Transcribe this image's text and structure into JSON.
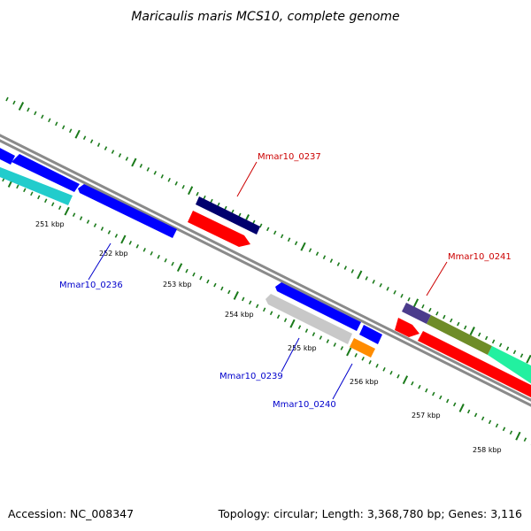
{
  "title": "Maricaulis maris MCS10, complete genome",
  "footer": {
    "accession": "Accession: NC_008347",
    "stats": "Topology: circular; Length: 3,368,780 bp; Genes: 3,116"
  },
  "scale_labels": [
    "251 kbp",
    "252 kbp",
    "253 kbp",
    "254 kbp",
    "255 kbp",
    "256 kbp",
    "257 kbp",
    "258 kbp"
  ],
  "gene_labels": [
    {
      "text": "Mmar10_0237",
      "strand": "forward",
      "color": "#cc0000"
    },
    {
      "text": "Mmar10_0241",
      "strand": "forward",
      "color": "#cc0000"
    },
    {
      "text": "Mmar10_0236",
      "strand": "reverse",
      "color": "#0000cc"
    },
    {
      "text": "Mmar10_0239",
      "strand": "reverse",
      "color": "#0000cc"
    },
    {
      "text": "Mmar10_0240",
      "strand": "reverse",
      "color": "#0000cc"
    }
  ],
  "colors": {
    "backbone": "#888888",
    "tick": "#1a7a1a",
    "cds_forward": "#ff0000",
    "cds_reverse": "#0000ff",
    "cyan": "#22cccc",
    "navy": "#00006e",
    "gray": "#c8c8c8",
    "orange": "#ff8c00",
    "slate": "#4b3c8c",
    "olive": "#6e8c28",
    "mint": "#22f0a0"
  }
}
